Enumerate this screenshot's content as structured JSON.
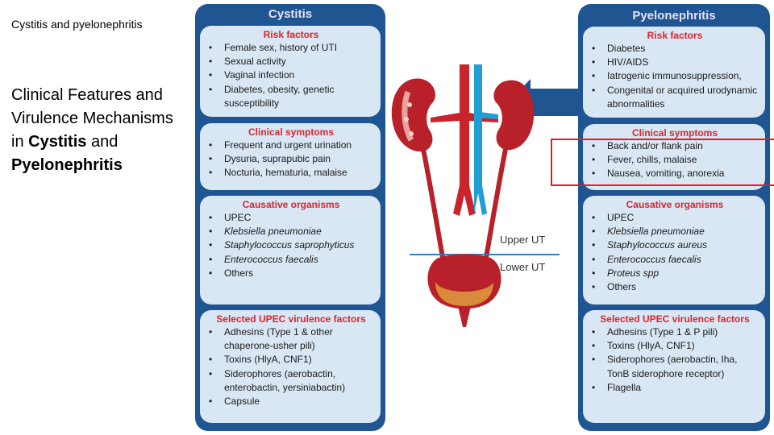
{
  "slide": {
    "small_title": "Cystitis and pyelonephritis",
    "big_title_line1": "Clinical Features and Virulence Mechanisms in",
    "big_title_cystitis": "Cystitis",
    "big_title_and": "and",
    "big_title_pyelo": "Pyelonephritis"
  },
  "cystitis": {
    "title": "Cystitis",
    "risk": {
      "title": "Risk factors",
      "items": [
        "Female sex, history of UTI",
        "Sexual activity",
        "Vaginal infection",
        "Diabetes, obesity, genetic susceptibility"
      ]
    },
    "symptoms": {
      "title": "Clinical symptoms",
      "items": [
        "Frequent and urgent urination",
        "Dysuria, suprapubic pain",
        "Nocturia, hematuria, malaise"
      ]
    },
    "organisms": {
      "title": "Causative organisms",
      "items": [
        "UPEC",
        "Klebsiella pneumoniae",
        "Staphylococcus saprophyticus",
        "Enterococcus faecalis",
        "Others"
      ]
    },
    "virulence": {
      "title": "Selected UPEC virulence factors",
      "items": [
        "Adhesins (Type 1 & other chaperone-usher pili)",
        "Toxins (HlyA, CNF1)",
        "Siderophores (aerobactin, enterobactin, yersiniabactin)",
        "Capsule"
      ]
    }
  },
  "pyelonephritis": {
    "title": "Pyelonephritis",
    "risk": {
      "title": "Risk factors",
      "items": [
        "Diabetes",
        "HIV/AIDS",
        "Iatrogenic immunosuppression,",
        "Congenital or acquired urodynamic abnormalities"
      ]
    },
    "symptoms": {
      "title": "Clinical symptoms",
      "items": [
        "Back and/or flank pain",
        "Fever, chills, malaise",
        "Nausea, vomiting, anorexia"
      ]
    },
    "organisms": {
      "title": "Causative organisms",
      "items": [
        "UPEC",
        "Klebsiella pneumoniae",
        "Staphylococcus aureus",
        "Enterococcus faecalis",
        "Proteus spp",
        "Others"
      ]
    },
    "virulence": {
      "title": "Selected UPEC virulence factors",
      "items": [
        "Adhesins (Type 1 & P pili)",
        "Toxins (HlyA, CNF1)",
        "Siderophores (aerobactin, Iha, TonB siderophore receptor)",
        "Flagella"
      ]
    }
  },
  "anatomy": {
    "upper_label": "Upper UT",
    "lower_label": "Lower UT"
  },
  "colors": {
    "panel": "#1f5591",
    "box": "#d9e6f3",
    "heading_red": "#d7262e",
    "highlight": "#e01d22"
  }
}
